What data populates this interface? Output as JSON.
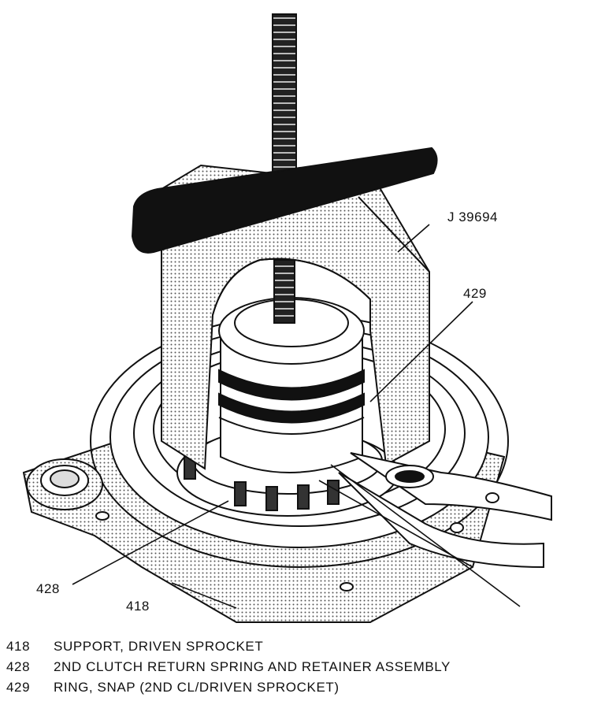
{
  "callouts": {
    "tool": "J 39694",
    "snap_ring": "429",
    "spring_assembly": "428",
    "support": "418"
  },
  "legend": [
    {
      "number": "418",
      "description": "SUPPORT, DRIVEN SPROCKET"
    },
    {
      "number": "428",
      "description": "2ND CLUTCH RETURN SPRING AND RETAINER ASSEMBLY"
    },
    {
      "number": "429",
      "description": "RING, SNAP (2ND CL/DRIVEN SPROCKET)"
    }
  ],
  "colors": {
    "ink": "#111111",
    "paper": "#ffffff",
    "stipple": "#777777"
  }
}
